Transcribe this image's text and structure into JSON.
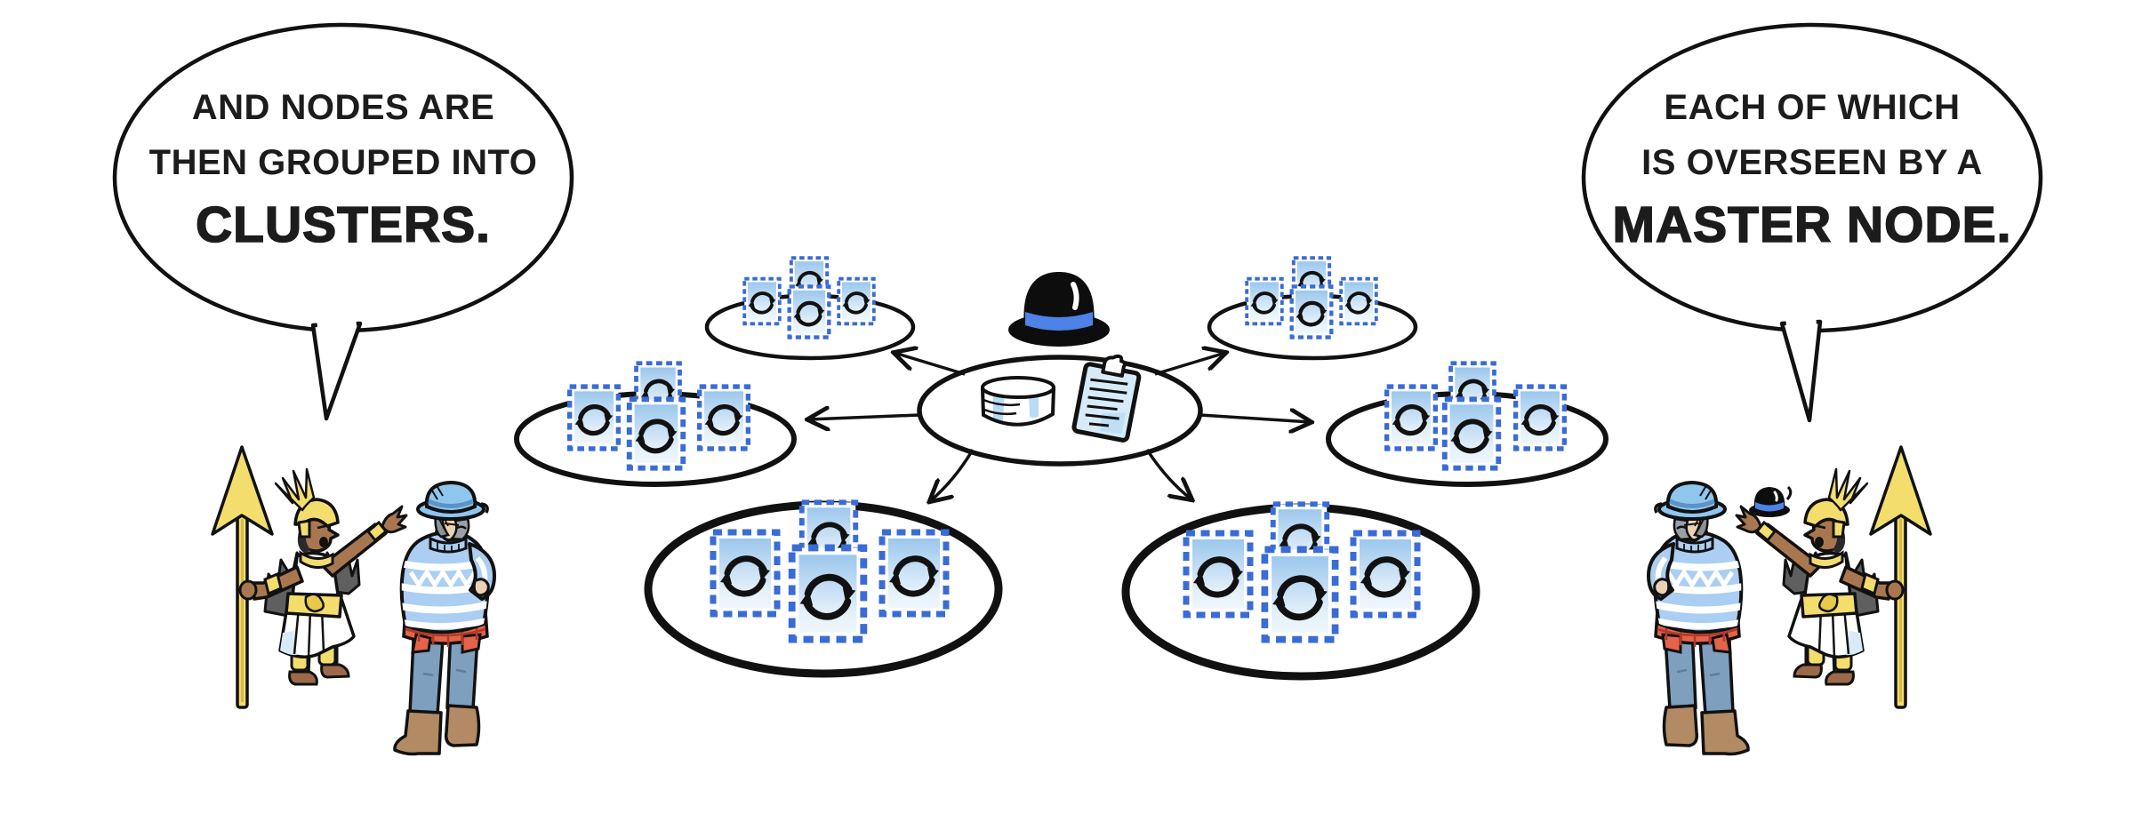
{
  "bubbles": {
    "left": {
      "line1": "AND NODES ARE",
      "line2": "THEN GROUPED INTO",
      "line3": "CLUSTERS."
    },
    "right": {
      "line1": "EACH OF WHICH",
      "line2": "IS OVERSEEN BY A",
      "line3": "MASTER NODE."
    }
  },
  "diagram": {
    "cluster_count": 6,
    "nodes_per_cluster": 4,
    "hub_icons": [
      "bowler-hat-icon",
      "database-icon",
      "clipboard-icon"
    ],
    "node_icon": "cycle-arrows-icon",
    "characters_left": [
      "warrior-with-spear",
      "man-in-bowler-hat"
    ],
    "characters_right": [
      "man-in-bowler-hat",
      "warrior-holding-small-bowler-hat"
    ]
  },
  "colors": {
    "outline": "#111111",
    "node_border": "#3a6cd6",
    "node_fill_top": "#9cc7ed",
    "node_fill_bottom": "#f0f7fd",
    "hat_black": "#0d0d0d",
    "hat_band_blue": "#4d82e8",
    "clipboard_fill": "#d7eaf8",
    "db_shade": "#b8dcf4",
    "gold": "#f3dd6d",
    "warrior_skin": "#a9774f",
    "man_skin": "#ecd2b4",
    "sweater_blue": "#abcef2",
    "man_hat_blue": "#8fc6ee",
    "jeans_blue": "#7e9fbe",
    "boots_brown": "#b28a63",
    "plaid_red": "#e5634a"
  }
}
